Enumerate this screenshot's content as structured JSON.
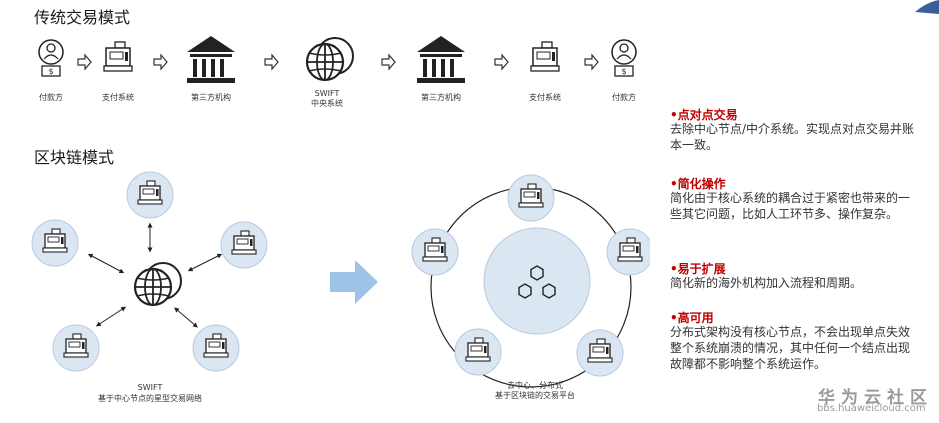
{
  "traditional": {
    "title": "传统交易模式",
    "flow": [
      {
        "label": "付款方",
        "icon": "person-icon"
      },
      {
        "label": "支付系统",
        "icon": "register-icon"
      },
      {
        "label": "第三方机构",
        "icon": "bank-icon"
      },
      {
        "label": "SWIFT\n中央系统",
        "icon": "globe-icon"
      },
      {
        "label": "第三方机构",
        "icon": "bank-icon"
      },
      {
        "label": "支付系统",
        "icon": "register-icon"
      },
      {
        "label": "付款方",
        "icon": "person-icon"
      }
    ]
  },
  "blockchain": {
    "title": "区块链模式",
    "star_caption_1": "SWIFT",
    "star_caption_2": "基于中心节点的星型交易网络",
    "ring_caption_1": "去中心、分布式",
    "ring_caption_2": "基于区块链的交易平台"
  },
  "features": [
    {
      "title": "•点对点交易",
      "desc": "去除中心节点/中介系统。实现点对点交易并账本一致。"
    },
    {
      "title": "•简化操作",
      "desc": "简化由于核心系统的耦合过于紧密也带来的一些其它问题，比如人工环节多、操作复杂。"
    },
    {
      "title": "•易于扩展",
      "desc": "简化新的海外机构加入流程和周期。"
    },
    {
      "title": "•高可用",
      "desc": "分布式架构没有核心节点，不会出现单点失效整个系统崩溃的情况，其中任何一个结点出现故障都不影响整个系统运作。"
    }
  ],
  "watermark": {
    "title": "华为云社区",
    "url": "bbs.huaweicloud.com"
  },
  "colors": {
    "accent_red": "#c00000",
    "node_fill": "#dbe6f3",
    "arrow_blue": "#9dc3e6"
  }
}
